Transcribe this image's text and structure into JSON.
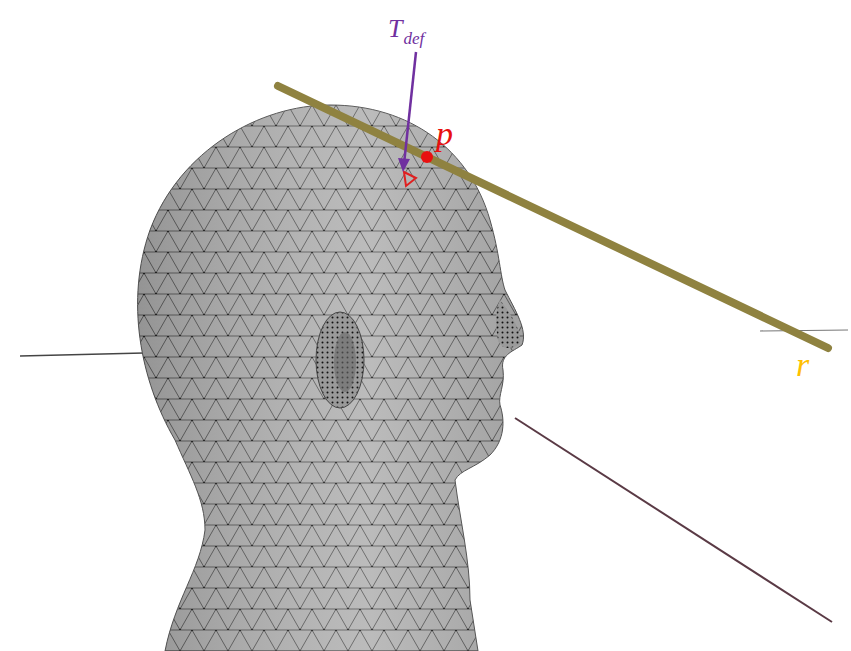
{
  "diagram": {
    "labels": [
      "T",
      "def",
      "p",
      "r"
    ]
  }
}
